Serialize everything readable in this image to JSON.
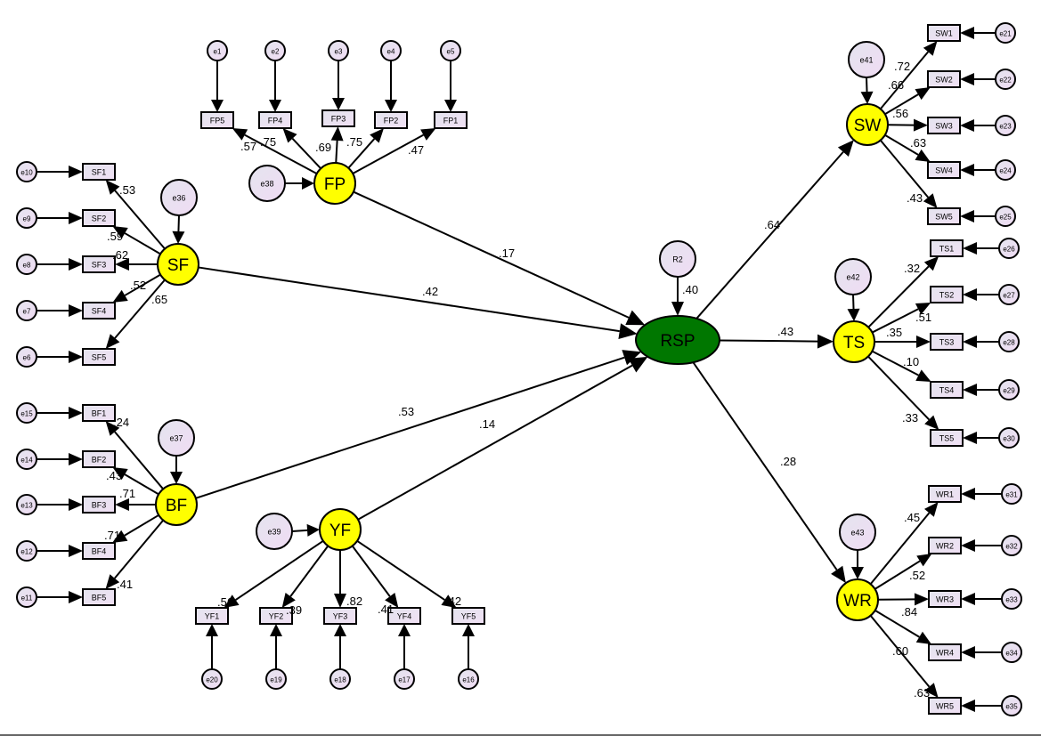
{
  "colors": {
    "latent_fill": "#ffff00",
    "central_fill": "#007700",
    "indicator_fill": "#ece6f3",
    "error_fill": "#e8e0f0",
    "stroke": "#000000"
  },
  "central": {
    "id": "RSP",
    "label": "RSP",
    "disturbance": "R2",
    "r2_label": ".40"
  },
  "latents": [
    {
      "id": "FP",
      "label": "FP",
      "error": "e38",
      "path_label": ".17",
      "indicators": [
        {
          "label": "FP5",
          "error": "e1",
          "loading": ".57"
        },
        {
          "label": "FP4",
          "error": "e2",
          "loading": ".75"
        },
        {
          "label": "FP3",
          "error": "e3",
          "loading": ".69"
        },
        {
          "label": "FP2",
          "error": "e4",
          "loading": ".75"
        },
        {
          "label": "FP1",
          "error": "e5",
          "loading": ".47"
        }
      ]
    },
    {
      "id": "SF",
      "label": "SF",
      "error": "e36",
      "path_label": ".42",
      "indicators": [
        {
          "label": "SF1",
          "error": "e10",
          "loading": ".53"
        },
        {
          "label": "SF2",
          "error": "e9",
          "loading": ".59"
        },
        {
          "label": "SF3",
          "error": "e8",
          "loading": ".62"
        },
        {
          "label": "SF4",
          "error": "e7",
          "loading": ".52"
        },
        {
          "label": "SF5",
          "error": "e6",
          "loading": ".65"
        }
      ]
    },
    {
      "id": "BF",
      "label": "BF",
      "error": "e37",
      "path_label": ".53",
      "indicators": [
        {
          "label": "BF1",
          "error": "e15",
          "loading": ".24"
        },
        {
          "label": "BF2",
          "error": "e14",
          "loading": ".43"
        },
        {
          "label": "BF3",
          "error": "e13",
          "loading": ".71"
        },
        {
          "label": "BF4",
          "error": "e12",
          "loading": ".71"
        },
        {
          "label": "BF5",
          "error": "e11",
          "loading": ".41"
        }
      ]
    },
    {
      "id": "YF",
      "label": "YF",
      "error": "e39",
      "path_label": ".14",
      "indicators": [
        {
          "label": "YF1",
          "error": "e20",
          "loading": ".56"
        },
        {
          "label": "YF2",
          "error": "e19",
          "loading": ".39"
        },
        {
          "label": "YF3",
          "error": "e18",
          "loading": ".82"
        },
        {
          "label": "YF4",
          "error": "e17",
          "loading": ".41"
        },
        {
          "label": "YF5",
          "error": "e16",
          "loading": ".42"
        }
      ]
    },
    {
      "id": "SW",
      "label": "SW",
      "error": "e41",
      "path_label": ".64",
      "indicators": [
        {
          "label": "SW1",
          "error": "e21",
          "loading": ".72"
        },
        {
          "label": "SW2",
          "error": "e22",
          "loading": ".66"
        },
        {
          "label": "SW3",
          "error": "e23",
          "loading": ".56"
        },
        {
          "label": "SW4",
          "error": "e24",
          "loading": ".63"
        },
        {
          "label": "SW5",
          "error": "e25",
          "loading": ".43"
        }
      ]
    },
    {
      "id": "TS",
      "label": "TS",
      "error": "e42",
      "path_label": ".43",
      "indicators": [
        {
          "label": "TS1",
          "error": "e26",
          "loading": ".32"
        },
        {
          "label": "TS2",
          "error": "e27",
          "loading": ".51"
        },
        {
          "label": "TS3",
          "error": "e28",
          "loading": ".35"
        },
        {
          "label": "TS4",
          "error": "e29",
          "loading": ".10"
        },
        {
          "label": "TS5",
          "error": "e30",
          "loading": ".33"
        }
      ]
    },
    {
      "id": "WR",
      "label": "WR",
      "error": "e43",
      "path_label": ".28",
      "indicators": [
        {
          "label": "WR1",
          "error": "e31",
          "loading": ".45"
        },
        {
          "label": "WR2",
          "error": "e32",
          "loading": ".52"
        },
        {
          "label": "WR3",
          "error": "e33",
          "loading": ".84"
        },
        {
          "label": "WR4",
          "error": "e34",
          "loading": ".60"
        },
        {
          "label": "WR5",
          "error": "e35",
          "loading": ".63"
        }
      ]
    }
  ]
}
